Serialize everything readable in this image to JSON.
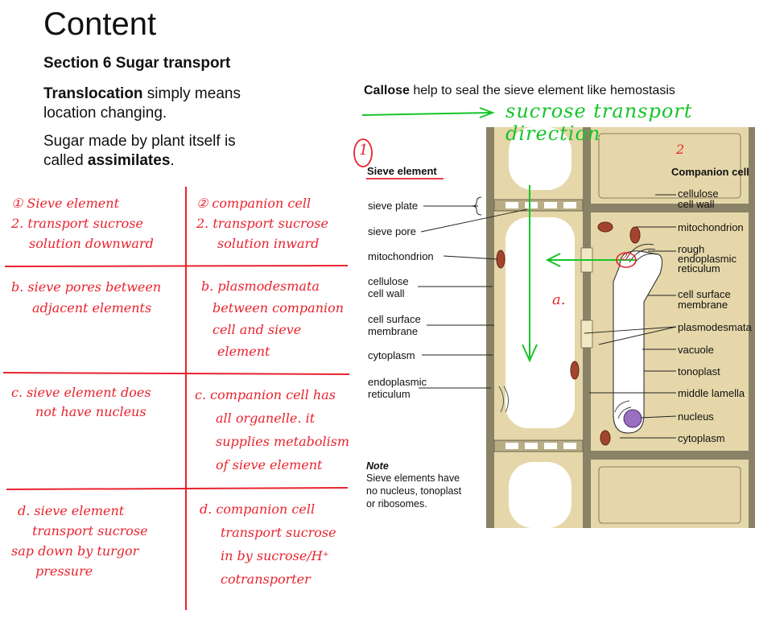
{
  "slide": {
    "title": "Content",
    "section": "Section 6 Sugar transport",
    "intro": {
      "line1_bold": "Translocation",
      "line1_rest": " simply means",
      "line2": "location changing.",
      "line3": "Sugar made by plant itself is",
      "line4_pre": "called ",
      "line4_bold": "assimilates",
      "line4_post": "."
    },
    "callose": {
      "bold": "Callose",
      "rest": " help to seal the sieve element like hemostasis"
    }
  },
  "handwritten": {
    "arrow_note": "sucrose transport direction",
    "num1": "1",
    "num2": "2",
    "diagram_mark_a": "a.",
    "diagram_mark_2": "2.",
    "table": {
      "rows": [
        {
          "left": [
            "① Sieve element",
            "2. transport sucrose",
            "solution downward"
          ],
          "right": [
            "② companion cell",
            "2. transport sucrose",
            "solution inward"
          ]
        },
        {
          "left": [
            "b. sieve pores between",
            "adjacent elements"
          ],
          "right": [
            "b. plasmodesmata",
            "between companion",
            "cell and sieve",
            "element"
          ]
        },
        {
          "left": [
            "c. sieve element does",
            "not have nucleus"
          ],
          "right": [
            "c. companion cell has",
            "all organelle. it",
            "supplies metabolism",
            "of sieve element"
          ]
        },
        {
          "left": [
            "d. sieve element",
            "transport sucrose",
            "sap down by turgor",
            "pressure"
          ],
          "right": [
            "d. companion cell",
            "transport sucrose",
            "in by sucrose/H⁺",
            "cotransporter"
          ]
        }
      ]
    }
  },
  "diagram": {
    "sieve_heading": "Sieve element",
    "companion_heading": "Companion cell",
    "left_labels": [
      "sieve plate",
      "sieve pore",
      "mitochondrion",
      "cellulose",
      "cell wall",
      "cell surface",
      "membrane",
      "cytoplasm",
      "endoplasmic",
      "reticulum"
    ],
    "right_labels": [
      "cellulose",
      "cell wall",
      "mitochondrion",
      "rough",
      "endoplasmic",
      "reticulum",
      "cell surface",
      "membrane",
      "plasmodesmata",
      "vacuole",
      "tonoplast",
      "middle lamella",
      "nucleus",
      "cytoplasm"
    ],
    "note": {
      "title": "Note",
      "lines": [
        "Sieve elements have",
        "no nucleus, tonoplast",
        "or ribosomes."
      ]
    }
  },
  "colors": {
    "red_ink": "#e8232e",
    "green_ink": "#16c42a",
    "cell_wall": "#8a8266",
    "cytoplasm": "#e5d7a9"
  }
}
